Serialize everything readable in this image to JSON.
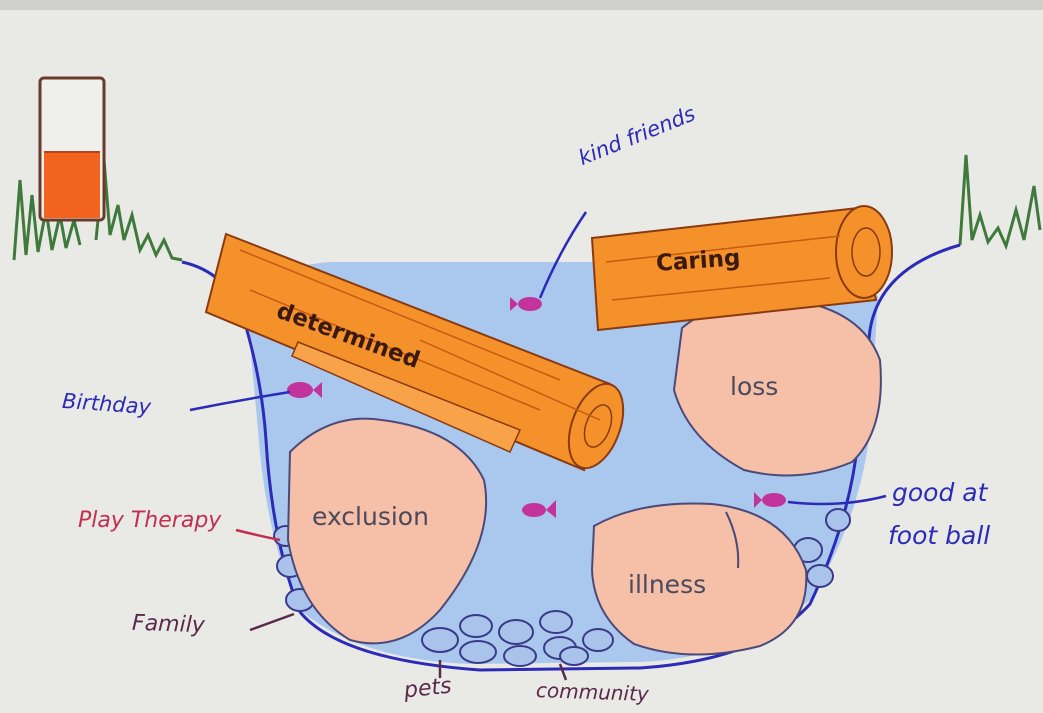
{
  "labels": {
    "kind_friends": "kind friends",
    "caring": "Caring",
    "determined": "determined",
    "loss": "loss",
    "birthday": "Birthday",
    "exclusion": "exclusion",
    "good_at_line1": "good at",
    "good_at_line2": "foot ball",
    "play_therapy": "Play Therapy",
    "illness": "illness",
    "family": "Family",
    "pets": "pets",
    "community": "community"
  },
  "water_level": 0.5,
  "colors": {
    "paper": "#e9e9e6",
    "water": "#aac7ee",
    "rock": "#f6bfa8",
    "log": "#f5912a",
    "ink_blue": "#2b2bb8",
    "fish": "#c2339b",
    "grass": "#3f7a3c",
    "play_therapy_ink": "#c23050",
    "family_ink": "#5a2a4a"
  }
}
